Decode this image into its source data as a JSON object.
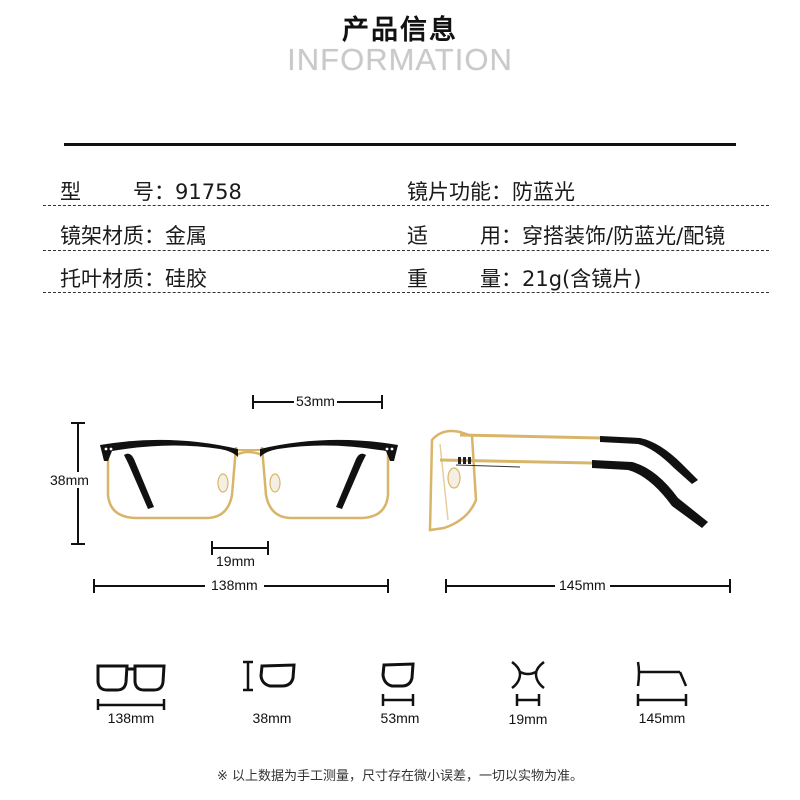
{
  "header": {
    "title_cn": "产品信息",
    "title_en": "INFORMATION"
  },
  "specs": {
    "left": [
      {
        "label_a": "型",
        "label_b": "号",
        "value": "91758"
      },
      {
        "label": "镜架材质",
        "value": "金属"
      },
      {
        "label": "托叶材质",
        "value": "硅胶"
      }
    ],
    "right": [
      {
        "label": "镜片功能",
        "value": "防蓝光"
      },
      {
        "label_a": "适",
        "label_b": "用",
        "value": "穿搭装饰/防蓝光/配镜"
      },
      {
        "label_a": "重",
        "label_b": "量",
        "value": "21g(含镜片)"
      }
    ],
    "separator": "："
  },
  "dimensions": {
    "front": {
      "lens_width": "53mm",
      "lens_height": "38mm",
      "bridge_width": "19mm",
      "frame_width": "138mm"
    },
    "side": {
      "temple_length": "145mm"
    }
  },
  "icons": [
    {
      "name": "frame-width-icon",
      "label": "138mm"
    },
    {
      "name": "lens-height-icon",
      "label": "38mm"
    },
    {
      "name": "lens-width-icon",
      "label": "53mm"
    },
    {
      "name": "bridge-width-icon",
      "label": "19mm"
    },
    {
      "name": "temple-length-icon",
      "label": "145mm"
    }
  ],
  "colors": {
    "frame_black": "#111111",
    "frame_gold": "#d9b56a",
    "accent_gray": "#c9c9c9"
  },
  "footnote": "※ 以上数据为手工测量，尺寸存在微小误差，一切以实物为准。"
}
